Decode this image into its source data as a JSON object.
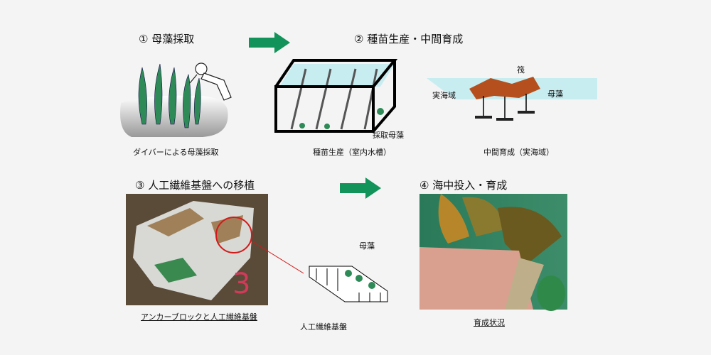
{
  "steps": {
    "s1": {
      "title": "① 母藻採取",
      "caption": "ダイバーによる母藻採取"
    },
    "s2": {
      "title": "② 種苗生産・中間育成",
      "caption_tank": "種苗生産（室内水槽）",
      "label_mother": "採取母藻",
      "label_sea": "実海域",
      "label_raft": "筏",
      "label_mother2": "母藻",
      "caption_mid": "中間育成（実海域）"
    },
    "s3": {
      "title": "③ 人工繊維基盤への移植",
      "caption": "アンカーブロックと人工繊維基盤",
      "label_mother": "母藻",
      "label_base": "人工繊維基盤"
    },
    "s4": {
      "title": "④ 海中投入・育成",
      "caption": "育成状況"
    }
  },
  "colors": {
    "arrow": "#12935a",
    "seaweed": "#2e8b57",
    "raft": "#b5501e",
    "water": "#bdebf0",
    "highlight_circle": "#d21a1a"
  }
}
